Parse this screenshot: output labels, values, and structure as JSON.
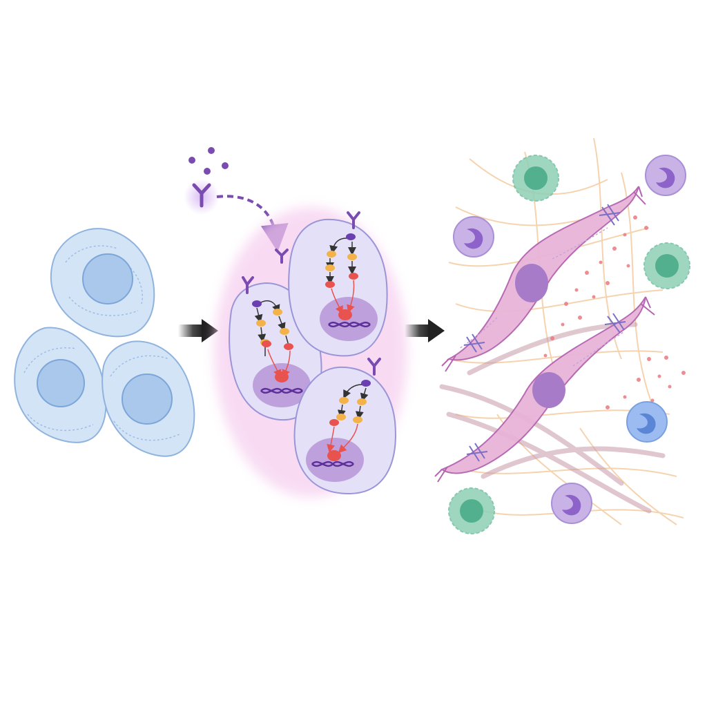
{
  "diagram": {
    "stages": [
      {
        "id": "resting",
        "description_hidden": true
      },
      {
        "id": "signaling"
      },
      {
        "id": "activated"
      }
    ],
    "colors": {
      "resting_cell_fill": "#d4e4f7",
      "resting_cell_stroke": "#8fb3dc",
      "resting_nucleus": "#a9c8ec",
      "signal_cell_fill": "#e3e0f7",
      "signal_cell_stroke": "#9a95d6",
      "signal_glow": "#f3c8ec",
      "receptor": "#7a4bb0",
      "ligand": "#7a4bb0",
      "kinase_top": "#6b3fb0",
      "kinase_mid": "#f3b24a",
      "kinase_low": "#e8524f",
      "nucleus_signal": "#b99ad8",
      "dna": "#5d2f9a",
      "arrow": "#333333",
      "fibroblast_fill": "#e8b4d8",
      "fibroblast_stroke": "#b463b0",
      "fibroblast_nucleus": "#a77bc8",
      "collagen_light": "#f4cfa6",
      "collagen_dark": "#c79aa8",
      "secreted_dots": "#ea7a80",
      "immune_green": "#8fd0b6",
      "immune_green_core": "#52b08f",
      "immune_purple": "#c9b2e6",
      "immune_purple_core": "#8e63c9",
      "immune_blue": "#9cbcf1",
      "immune_blue_core": "#5b86d6"
    },
    "icons": [
      "ligand-dot",
      "receptor-y-shape",
      "kinase-cascade",
      "dna-helix",
      "process-arrow",
      "fibroblast",
      "collagen-fiber",
      "immune-cell"
    ]
  }
}
